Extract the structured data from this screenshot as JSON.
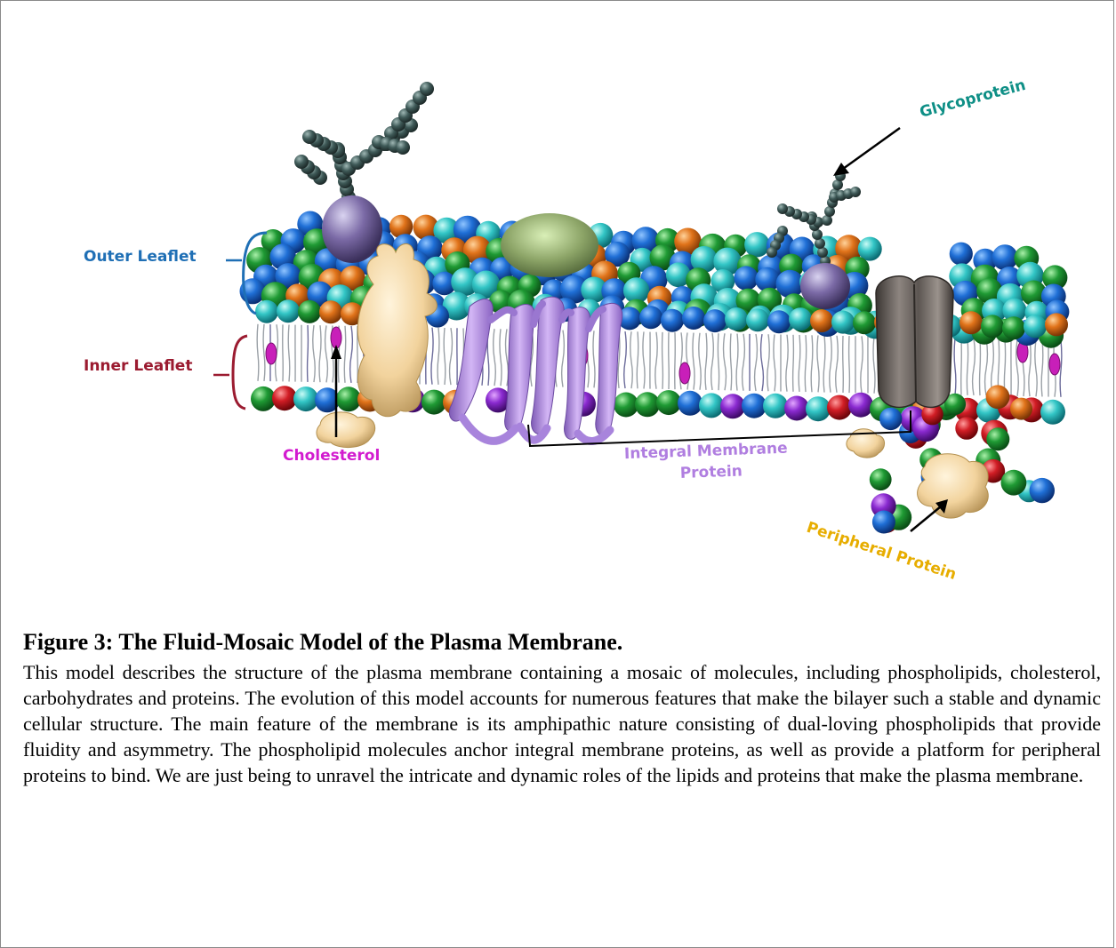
{
  "labels": {
    "outer_leaflet": "Outer Leaflet",
    "inner_leaflet": "Inner Leaflet",
    "cholesterol": "Cholesterol",
    "integral_line1": "Integral Membrane",
    "integral_line2": "Protein",
    "glycoprotein": "Glycoprotein",
    "peripheral": "Peripheral Protein"
  },
  "colors": {
    "outer_leaflet": "#1f6fb5",
    "inner_leaflet": "#9b1b30",
    "cholesterol": "#d21bcf",
    "integral": "#b07ee0",
    "glycoprotein": "#0e8f86",
    "peripheral": "#e7ad00"
  },
  "caption": {
    "title": "Figure 3: The Fluid-Mosaic Model of the Plasma Membrane.",
    "body": "This model describes the structure of the plasma membrane containing a mosaic of molecules, including phospholipids, cholesterol, carbohydrates and proteins.  The evolution of this model accounts for numerous features that make the bilayer such a stable and dynamic cellular structure. The main feature of the membrane is its amphipathic nature consisting of dual-loving phospholipids that provide fluidity and asymmetry. The phospholipid molecules anchor integral membrane proteins, as well as provide a platform for peripheral proteins to bind. We are just being to unravel the intricate and dynamic roles of the lipids and proteins that make the plasma membrane."
  }
}
